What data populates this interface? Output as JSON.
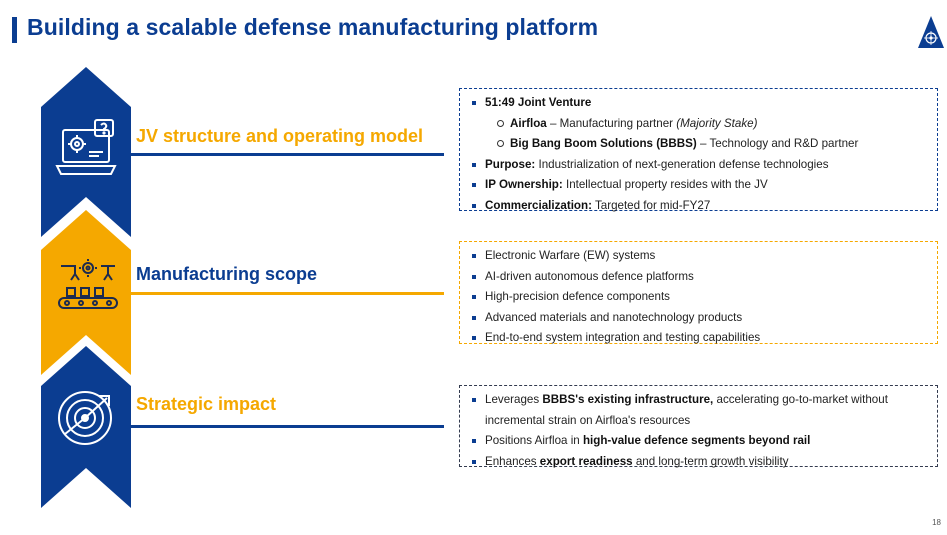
{
  "title": "Building a scalable defense manufacturing platform",
  "page_number": "18",
  "colors": {
    "navy": "#0b3d91",
    "gold": "#f5a800"
  },
  "sections": [
    {
      "label": "JV structure and operating model",
      "icon": "laptop-gear-question-icon",
      "items": [
        {
          "bold": "51:49 Joint Venture",
          "text": ""
        },
        {
          "sub": true,
          "bold": "Airfloa",
          "text": " – Manufacturing partner ",
          "italic": "(Majority Stake)"
        },
        {
          "sub": true,
          "bold": "Big Bang Boom Solutions (BBBS)",
          "text": " – Technology and R&D partner"
        },
        {
          "bold": "Purpose:",
          "text": " Industrialization of next-generation defense technologies"
        },
        {
          "bold": "IP Ownership:",
          "text": " Intellectual property resides with the JV"
        },
        {
          "bold": "Commercialization:",
          "text": " Targeted for mid-FY27"
        }
      ]
    },
    {
      "label": "Manufacturing scope",
      "icon": "robotic-assembly-line-icon",
      "items": [
        "Electronic Warfare (EW) systems",
        "AI-driven autonomous defence platforms",
        "High-precision defence components",
        "Advanced materials and nanotechnology products",
        "End-to-end system integration and testing capabilities"
      ]
    },
    {
      "label": "Strategic impact",
      "icon": "radar-target-icon",
      "items": [
        {
          "pre": "Leverages ",
          "bold": "BBBS's existing infrastructure,",
          "post": " accelerating go-to-market without incremental strain on Airfloa's resources"
        },
        {
          "pre": "Positions Airfloa in ",
          "bold": "high-value defence segments beyond rail",
          "post": ""
        },
        {
          "pre": "Enhances ",
          "bold": "export readiness",
          "post": " and long-term growth visibility"
        }
      ]
    }
  ]
}
